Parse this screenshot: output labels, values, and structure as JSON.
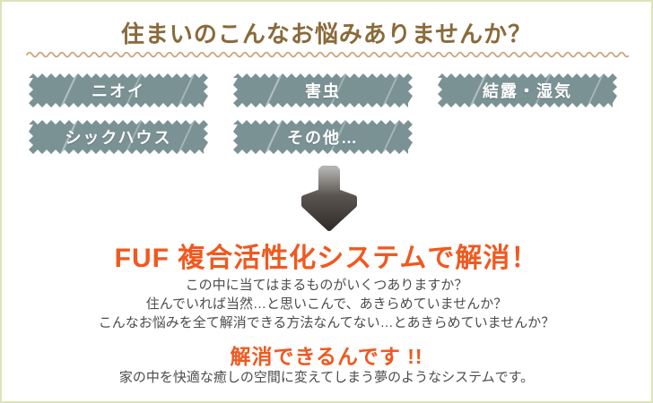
{
  "header": {
    "title": "住まいのこんなお悩みありませんか？"
  },
  "problems": {
    "items": [
      {
        "label": "ニオイ"
      },
      {
        "label": "害虫"
      },
      {
        "label": "結露・湿気"
      },
      {
        "label": "シックハウス"
      },
      {
        "label": "その他…"
      }
    ]
  },
  "solution": {
    "heading": "FUF 複合活性化システムで解消！",
    "lines": [
      "この中に当てはまるものがいくつありますか？",
      "住んでいれば当然…と思いこんで、あきらめていませんか？",
      "こんなお悩みを全て解消できる方法なんてない…とあきらめていませんか？"
    ],
    "emphasis": "解消できるんです !!",
    "closing": "家の中を快適な癒しの空間に変えてしまう夢のようなシステムです。"
  },
  "icons": {
    "down_arrow": "down-arrow"
  },
  "colors": {
    "title_brown": "#8a6a3a",
    "accent_orange": "#f1581f",
    "badge_teal": "#7b9295",
    "wave_tan": "#cfa174",
    "body_gray": "#4c4c4c",
    "page_border": "#dde4b6"
  }
}
